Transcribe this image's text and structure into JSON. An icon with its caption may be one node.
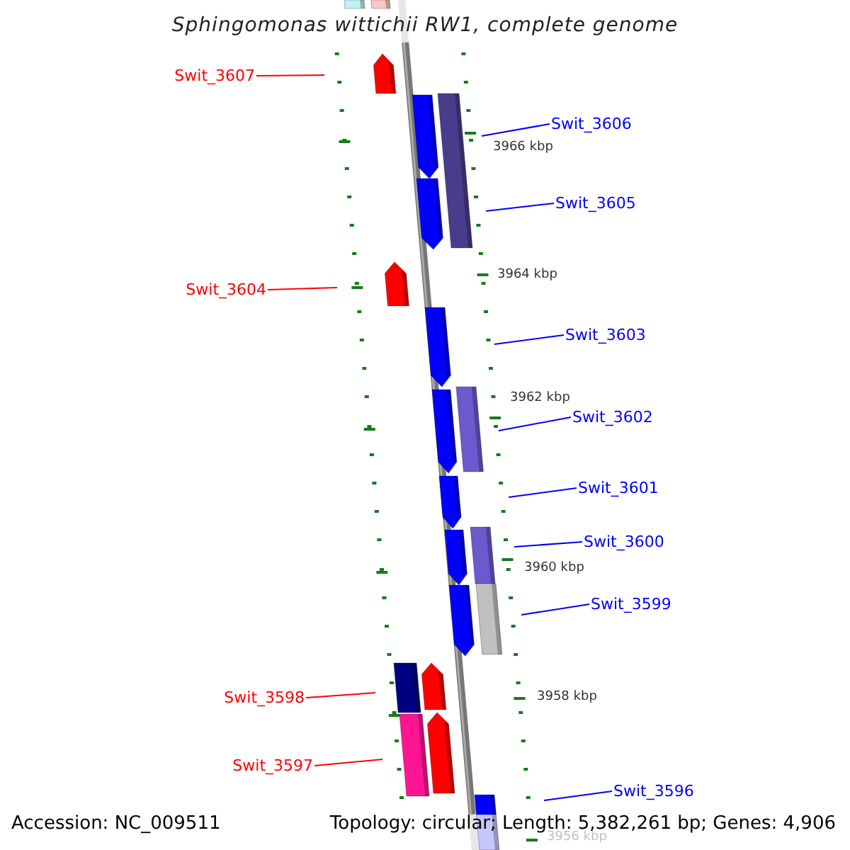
{
  "diagram": {
    "title": "Sphingomonas wittichii RW1, complete genome",
    "nodes": [
      {
        "text": [
          "Swit_3607"
        ]
      },
      {
        "text": [
          "Swit_3606"
        ]
      },
      {
        "text": [
          "Swit_3605"
        ]
      },
      {
        "text": [
          "Swit_3604"
        ]
      },
      {
        "text": [
          "Swit_3603"
        ]
      },
      {
        "text": [
          "Swit_3602"
        ]
      },
      {
        "text": [
          "Swit_3601"
        ]
      },
      {
        "text": [
          "Swit_3600"
        ]
      },
      {
        "text": [
          "Swit_3599"
        ]
      },
      {
        "text": [
          "Swit_3598"
        ]
      },
      {
        "text": [
          "Swit_3597"
        ]
      },
      {
        "text": [
          "Swit_3596"
        ]
      }
    ],
    "edges": [
      {
        "from": 0,
        "to": null,
        "arrow": "none",
        "color": "#ff0000"
      },
      {
        "from": 1,
        "to": null,
        "arrow": "none"
      },
      {
        "from": 2,
        "to": null,
        "arrow": "none"
      },
      {
        "from": 3,
        "to": null,
        "arrow": "none",
        "color": "#ff0000"
      },
      {
        "from": 4,
        "to": null,
        "arrow": "none"
      },
      {
        "from": 5,
        "to": null,
        "arrow": "none"
      },
      {
        "from": 6,
        "to": null,
        "arrow": "none"
      },
      {
        "from": 7,
        "to": null,
        "arrow": "none"
      },
      {
        "from": 8,
        "to": null,
        "arrow": "none"
      },
      {
        "from": 9,
        "to": null,
        "arrow": "none",
        "color": "#ff0000"
      },
      {
        "from": 10,
        "to": null,
        "arrow": "none",
        "color": "#ff0000"
      },
      {
        "from": 11,
        "to": null,
        "arrow": "none"
      }
    ],
    "labels": [
      "3966 kbp",
      "3964 kbp",
      "3962 kbp",
      "3960 kbp",
      "3958 kbp",
      "3956 kbp",
      "Accession: NC_009511",
      "Topology: circular; Length: 5,382,261 bp; Genes: 4,906"
    ]
  }
}
